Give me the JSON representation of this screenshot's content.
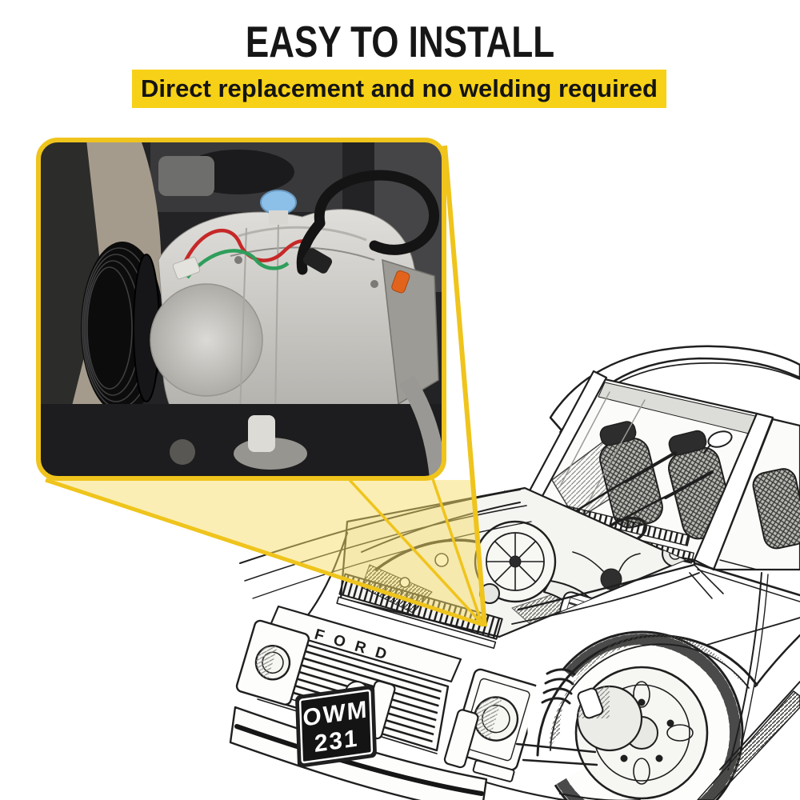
{
  "header": {
    "title": "EASY TO INSTALL",
    "subtitle": "Direct replacement and no welding required",
    "title_color": "#161616",
    "highlight_color": "#F7D117"
  },
  "callout": {
    "accent_color": "#EFC41C",
    "beam_fill": "rgba(247,222,106,0.5)"
  },
  "inset_photo": {
    "subject": "ac-compressor-installed-in-engine-bay-photo",
    "border_color": "#EFC41C",
    "part_colors": {
      "compressor_body": "#C9C7C2",
      "pulley": "#0D0D0D",
      "red_wire": "#C62828",
      "green_wire": "#2E9E5B",
      "blue_cap": "#8CC0E8",
      "orange_cap": "#E2641C",
      "black_hose": "#141414"
    }
  },
  "illustration": {
    "subject": "classic-car-cutaway-line-drawing",
    "hood_letters": "FORD",
    "license_plate": {
      "line1": "OWM",
      "line2": "231",
      "background": "#141414",
      "text_color": "#FFFFFF"
    },
    "ink_color": "#1F1F1F"
  }
}
